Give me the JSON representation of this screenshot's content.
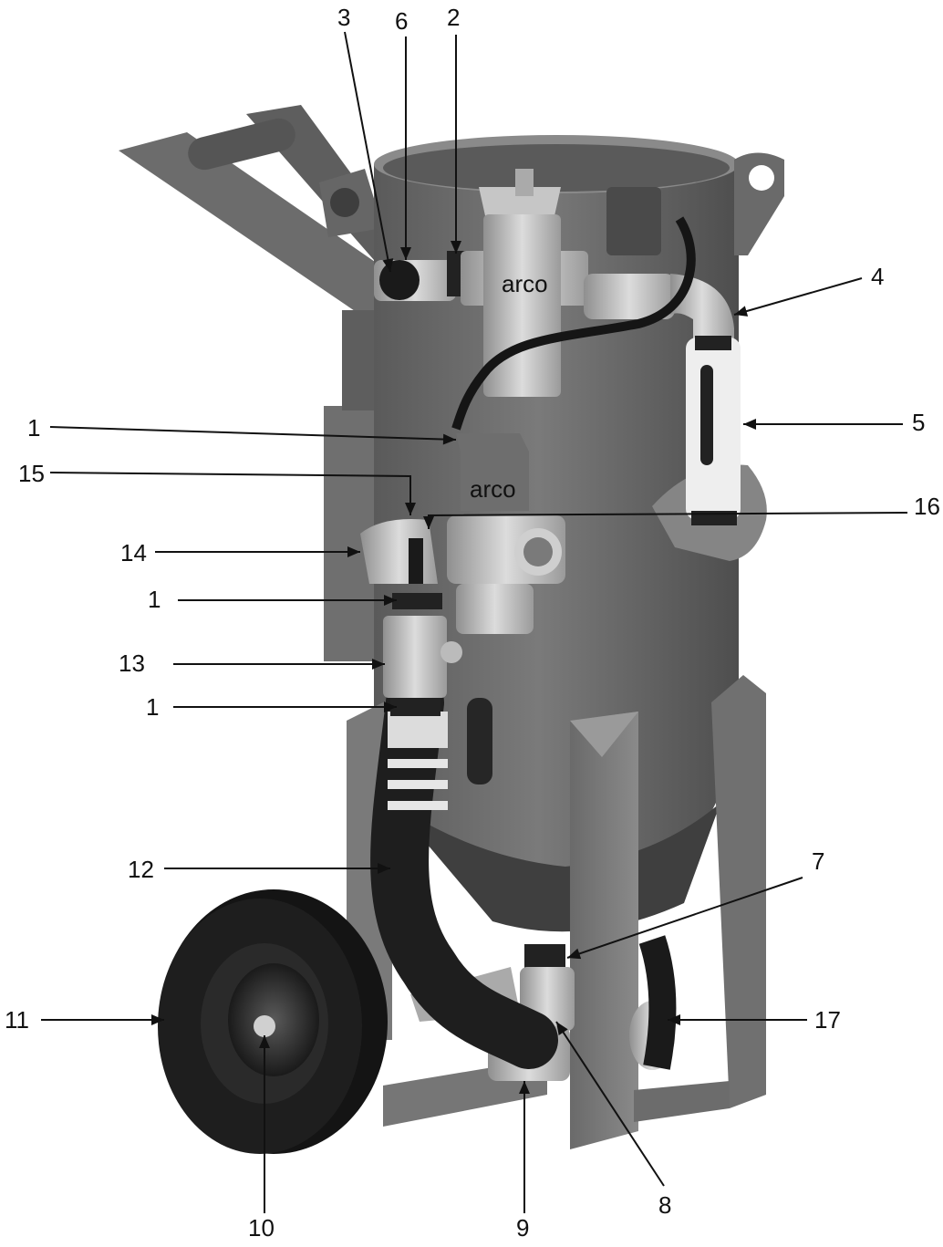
{
  "callouts": [
    {
      "id": "c3",
      "text": "3"
    },
    {
      "id": "c6",
      "text": "6"
    },
    {
      "id": "c2",
      "text": "2"
    },
    {
      "id": "c4",
      "text": "4"
    },
    {
      "id": "c5",
      "text": "5"
    },
    {
      "id": "c1a",
      "text": "1"
    },
    {
      "id": "c15",
      "text": "15"
    },
    {
      "id": "c16",
      "text": "16"
    },
    {
      "id": "c14",
      "text": "14"
    },
    {
      "id": "c1b",
      "text": "1"
    },
    {
      "id": "c13",
      "text": "13"
    },
    {
      "id": "c1c",
      "text": "1"
    },
    {
      "id": "c12",
      "text": "12"
    },
    {
      "id": "c7",
      "text": "7"
    },
    {
      "id": "c11",
      "text": "11"
    },
    {
      "id": "c17",
      "text": "17"
    },
    {
      "id": "c10",
      "text": "10"
    },
    {
      "id": "c9",
      "text": "9"
    },
    {
      "id": "c8",
      "text": "8"
    }
  ],
  "markings": {
    "valve_brand": "arco",
    "filter_brand": "arco"
  },
  "colors": {
    "vessel": "#6e6e6e",
    "vessel_dark": "#4a4a4a",
    "frame": "#777777",
    "metal": "#b8b8b8",
    "hose": "#1e1e1e",
    "tire": "#141414",
    "line": "#111111"
  }
}
